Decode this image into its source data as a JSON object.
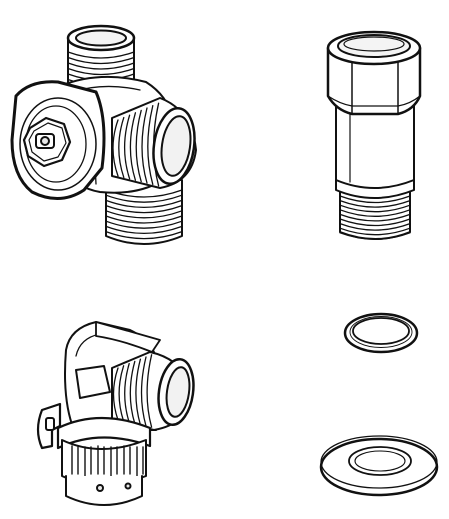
{
  "colors": {
    "background": "#ffffff",
    "line": "#111111",
    "fill": "#ffffff",
    "shade": "#e9e9e9"
  },
  "parts": [
    {
      "name": "three-way-valve-tee"
    },
    {
      "name": "hex-extension-nipple"
    },
    {
      "name": "elbow-connector-with-clip"
    },
    {
      "name": "small-rubber-washer"
    },
    {
      "name": "large-flat-gasket"
    }
  ]
}
